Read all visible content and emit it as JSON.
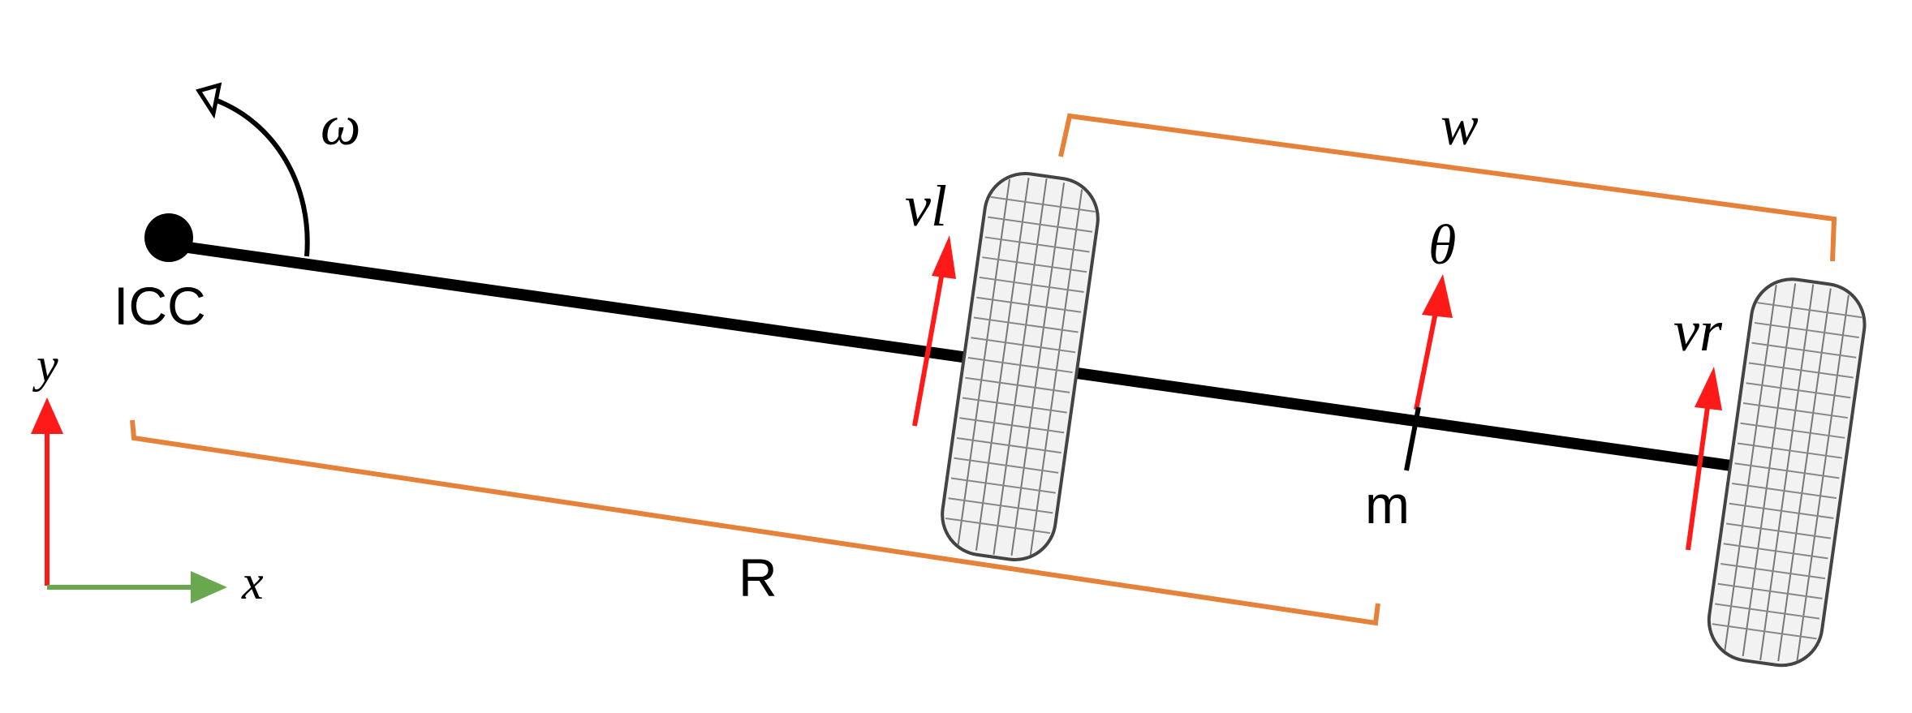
{
  "labels": {
    "omega": "ω",
    "icc": "ICC",
    "y_axis": "y",
    "x_axis": "x",
    "left_velocity": "vl",
    "right_velocity": "vr",
    "theta": "θ",
    "width": "w",
    "radius": "R",
    "midpoint": "m"
  },
  "colors": {
    "axle": "#000000",
    "velocity_arrow": "#ff1a1a",
    "y_axis": "#ff1a1a",
    "x_axis": "#6aa84f",
    "bracket": "#e6813a",
    "tire_stroke": "#555555",
    "tire_fill": "#f2f2f2"
  },
  "icons": {
    "icc_point": "filled-circle",
    "rotation": "curved-arrow-icon",
    "wheels": "tire-icon"
  }
}
